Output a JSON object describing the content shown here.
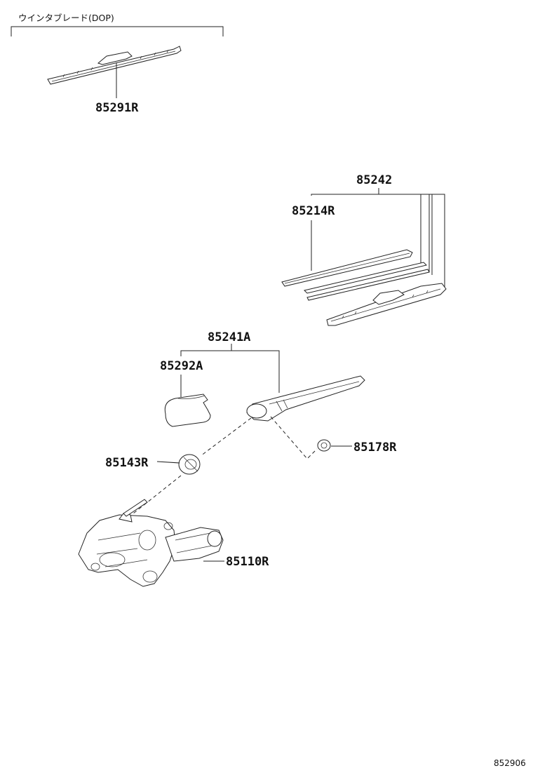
{
  "header": {
    "caption": "ウインタブレード(DOP)"
  },
  "parts": {
    "p85291R": "85291R",
    "p85242": "85242",
    "p85214R": "85214R",
    "p85241A": "85241A",
    "p85292A": "85292A",
    "p85143R": "85143R",
    "p85178R": "85178R",
    "p85110R": "85110R"
  },
  "footer": {
    "figure_number": "852906"
  }
}
